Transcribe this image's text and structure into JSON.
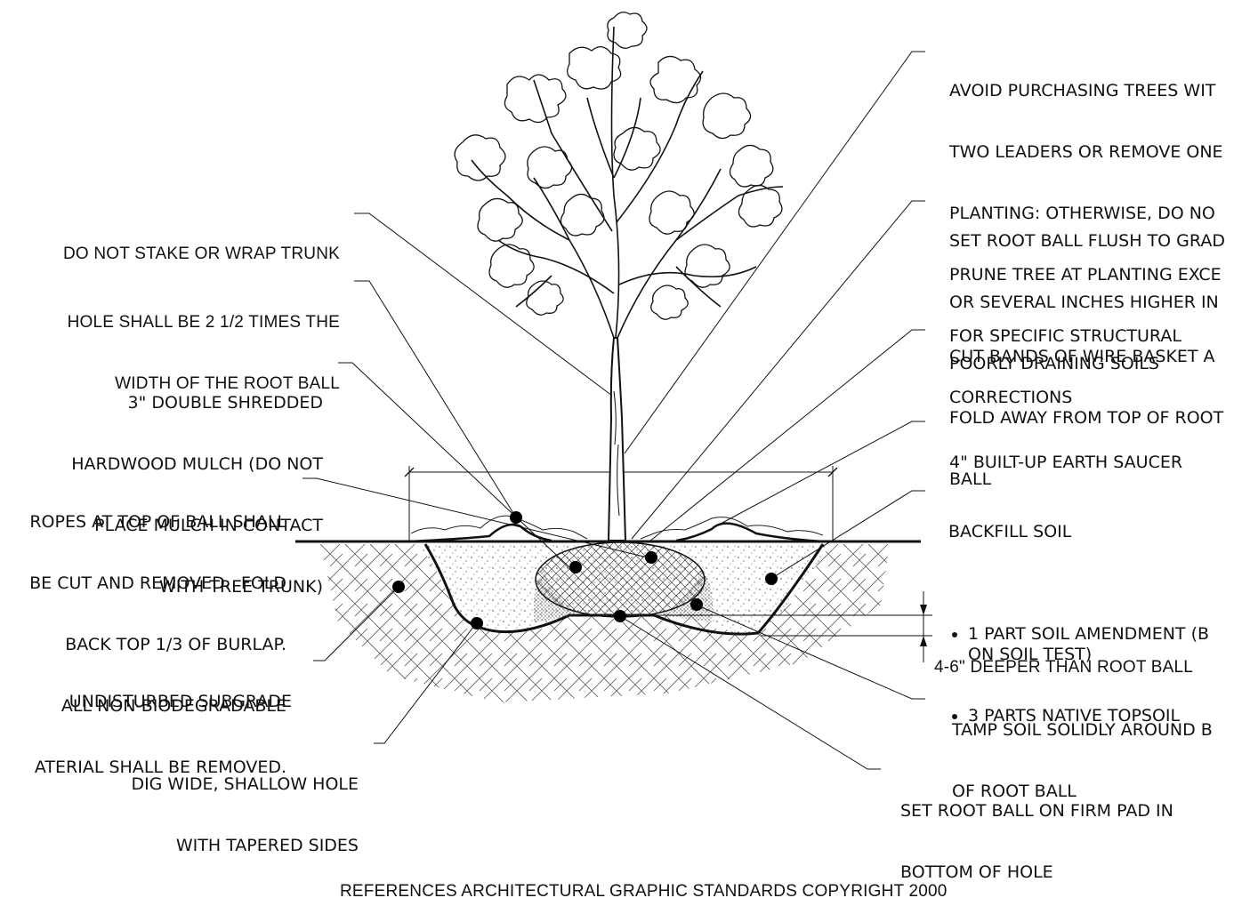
{
  "labels": {
    "left": {
      "do_not_stake": [
        "DO NOT STAKE OR WRAP TRUNK"
      ],
      "hole_width": [
        "HOLE SHALL BE 2 1/2 TIMES THE",
        "WIDTH OF THE ROOT BALL"
      ],
      "mulch": [
        "3\" DOUBLE SHREDDED",
        "HARDWOOD MULCH (DO NOT",
        "PLACE MULCH IN CONTACT",
        "WITH TREE TRUNK)"
      ],
      "ropes": [
        "ROPES AT TOP OF BALL SHALL",
        "BE CUT AND REMOVED.  FOLD",
        "BACK TOP 1/3 OF BURLAP.",
        "ALL NON-BIODEGRADABLE",
        "ATERIAL SHALL BE REMOVED."
      ],
      "subgrade": [
        "UNDISTURBED SUBGRADE"
      ],
      "dig_hole": [
        "DIG WIDE, SHALLOW HOLE",
        "WITH TAPERED SIDES"
      ]
    },
    "right": {
      "avoid_purchasing": [
        "AVOID PURCHASING TREES WIT",
        "TWO LEADERS OR REMOVE ONE",
        "PLANTING: OTHERWISE, DO NO",
        "PRUNE TREE AT PLANTING EXCE",
        "FOR SPECIFIC STRUCTURAL",
        "CORRECTIONS"
      ],
      "set_root_ball": [
        "SET ROOT BALL FLUSH TO GRAD",
        "OR SEVERAL INCHES HIGHER IN",
        "POORLY DRAINING SOILS"
      ],
      "cut_bands": [
        "CUT BANDS OF WIRE BASKET A",
        "FOLD AWAY FROM TOP OF ROOT",
        "BALL"
      ],
      "saucer": [
        "4\" BUILT-UP EARTH SAUCER"
      ],
      "backfill": {
        "title": "BACKFILL SOIL",
        "items": [
          "1 PART SOIL AMENDMENT (B\nON SOIL TEST)",
          "3 PARTS NATIVE TOPSOIL"
        ]
      },
      "deeper": [
        "4-6\" DEEPER THAN ROOT BALL"
      ],
      "tamp": [
        "TAMP SOIL SOLIDLY AROUND B",
        "OF ROOT BALL"
      ],
      "firm_pad": [
        "SET ROOT BALL ON FIRM PAD IN",
        "BOTTOM OF HOLE"
      ]
    },
    "reference": "REFERENCES ARCHITECTURAL GRAPHIC STANDARDS COPYRIGHT 2000"
  },
  "colors": {
    "ink": "#111111",
    "background": "#ffffff"
  }
}
